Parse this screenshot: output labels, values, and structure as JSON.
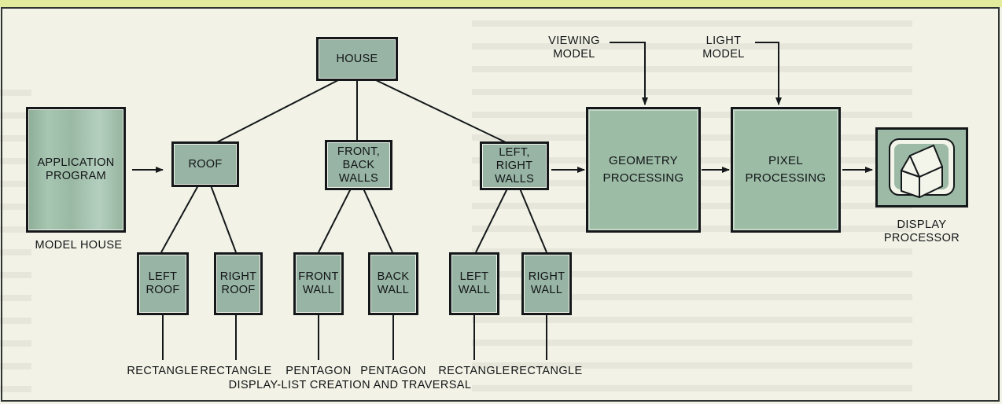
{
  "diagram": {
    "stages": {
      "application": "APPLICATION\nPROGRAM",
      "model_house_caption": "MODEL HOUSE",
      "geometry": "GEOMETRY\nPROCESSING",
      "pixel": "PIXEL\nPROCESSING",
      "display_caption": "DISPLAY\nPROCESSOR",
      "viewing_model": "VIEWING\nMODEL",
      "light_model": "LIGHT\nMODEL"
    },
    "tree": {
      "root": "HOUSE",
      "roof": "ROOF",
      "front_back_walls": "FRONT,\nBACK\nWALLS",
      "left_right_walls": "LEFT,\nRIGHT\nWALLS",
      "left_roof": "LEFT\nROOF",
      "right_roof": "RIGHT\nROOF",
      "front_wall": "FRONT\nWALL",
      "back_wall": "BACK\nWALL",
      "left_wall": "LEFT\nWALL",
      "right_wall": "RIGHT\nWALL"
    },
    "primitives": [
      "RECTANGLE",
      "RECTANGLE",
      "PENTAGON",
      "PENTAGON",
      "RECTANGLE",
      "RECTANGLE"
    ],
    "caption": "DISPLAY-LIST CREATION AND TRAVERSAL"
  },
  "colors": {
    "box_fill": "#97b4a5",
    "outline": "#14181a",
    "background": "#f2f3e6",
    "header_band": "#e2ec9c"
  }
}
